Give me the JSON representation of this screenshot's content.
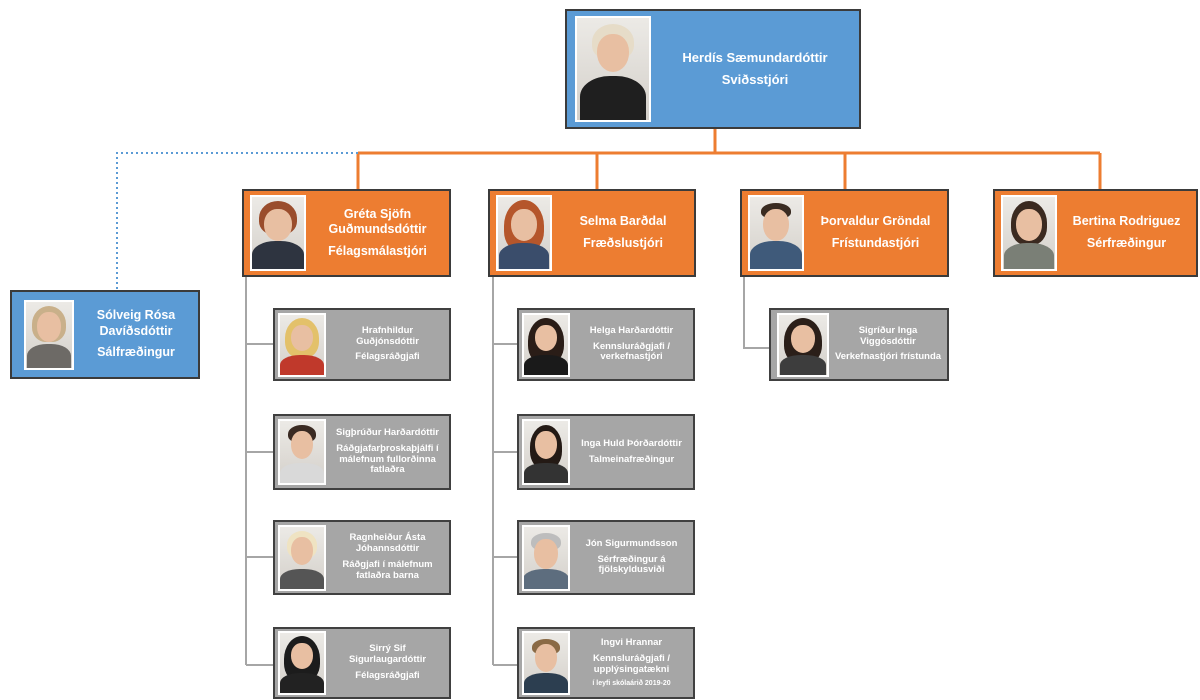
{
  "chart": {
    "director": {
      "name": "Herdís Sæmundardóttir",
      "title": "Sviðsstjóri"
    },
    "departments": [
      {
        "head": {
          "name": "Gréta Sjöfn Guðmundsdóttir",
          "title": "Félagsmálastjóri"
        },
        "staff": [
          {
            "name": "Hrafnhildur Guðjónsdóttir",
            "title": "Félagsráðgjafi"
          },
          {
            "name": "Sigþrúður Harðardóttir",
            "title": "Ráðgjafarþroskaþjálfi í málefnum fullorðinna fatlaðra"
          },
          {
            "name": "Ragnheiður Ásta Jóhannsdóttir",
            "title": "Ráðgjafi í málefnum fatlaðra barna"
          },
          {
            "name": "Sirrý Sif Sigurlaugardóttir",
            "title": "Félagsráðgjafi"
          }
        ]
      },
      {
        "head": {
          "name": "Selma Barðdal",
          "title": "Fræðslustjóri"
        },
        "staff": [
          {
            "name": "Helga Harðardóttir",
            "title": "Kennsluráðgjafi / verkefnastjóri"
          },
          {
            "name": "Inga Huld Þórðardóttir",
            "title": "Talmeinafræðingur"
          },
          {
            "name": "Jón Sigurmundsson",
            "title": "Sérfræðingur á fjölskyldusviði"
          },
          {
            "name": "Ingvi Hrannar",
            "title": "Kennsluráðgjafi / upplýsingatækni",
            "note": "í leyfi skólaárið 2019-20"
          }
        ]
      },
      {
        "head": {
          "name": "Þorvaldur Gröndal",
          "title": "Frístundastjóri"
        },
        "staff": [
          {
            "name": "Sigríður Inga Viggósdóttir",
            "title": "Verkefnastjóri frístunda"
          }
        ]
      },
      {
        "head": {
          "name": "Bertina Rodriguez",
          "title": "Sérfræðingur"
        },
        "staff": []
      }
    ],
    "external": {
      "name": "Sólveig Rósa Davíðsdóttir",
      "title": "Sálfræðingur"
    }
  },
  "colors": {
    "director_fill": "#5b9bd5",
    "head_fill": "#ed7d31",
    "staff_fill": "#a6a6a6",
    "connector_orange": "#ed7d31",
    "connector_gray": "#a6a6a6",
    "connector_dotted": "#5b9bd5"
  }
}
